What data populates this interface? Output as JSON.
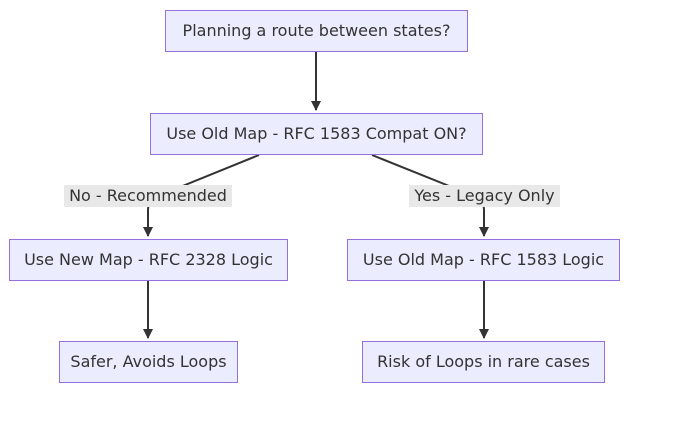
{
  "diagram": {
    "nodes": {
      "question": "Planning a route between states?",
      "compat": "Use Old Map - RFC 1583 Compat ON?",
      "new_map": "Use New Map - RFC 2328 Logic",
      "old_map": "Use Old Map - RFC 1583 Logic",
      "safer": "Safer, Avoids Loops",
      "risk": "Risk of Loops in rare cases"
    },
    "edge_labels": {
      "no": "No - Recommended",
      "yes": "Yes - Legacy Only"
    },
    "colors": {
      "node_fill": "#ECECFF",
      "node_border": "#9370DB",
      "edge": "#333333",
      "label_bg": "#e8e8e8",
      "text": "#333333"
    }
  }
}
